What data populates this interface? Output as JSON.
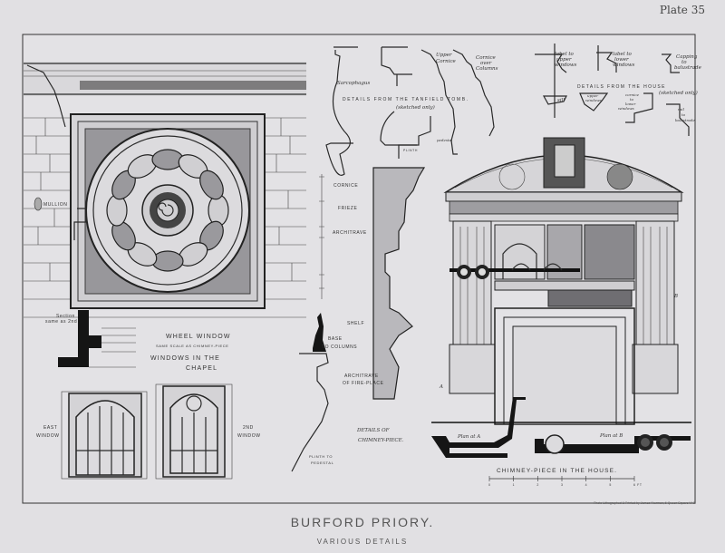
{
  "plate_number": "Plate 35",
  "title": "BURFORD PRIORY.",
  "subtitle": "VARIOUS DETAILS",
  "printer_credit": "Photo-Lithographed & Printed by James Akerman, 6 Queen Square W.C.",
  "chapel": {
    "mullion": "MULLION",
    "wheel_window": "WHEEL WINDOW",
    "same_scale": "SAME SCALE AS CHIMNEY-PIECE",
    "windows_in_the": "WINDOWS IN THE",
    "chapel": "CHAPEL",
    "east_window": [
      "EAST",
      "WINDOW"
    ],
    "second_window": [
      "2ND",
      "WINDOW"
    ],
    "section_note": [
      "Section",
      "same as 2nd"
    ]
  },
  "tomb": {
    "sarcophagus": "Sarcophagus",
    "heading": "DETAILS FROM THE TANFIELD TOMB.",
    "sketched": "(sketched only)",
    "upper_cornice": [
      "Upper",
      "Cornice"
    ],
    "cornice_over_columns": [
      "Cornice",
      "over",
      "Columns"
    ],
    "pedestal": "pedestal",
    "plinth": "PLINTH"
  },
  "house": {
    "label_upper": [
      "label to",
      "upper",
      "windows"
    ],
    "label_lower": [
      "label to",
      "lower",
      "windows"
    ],
    "capping": [
      "Capping",
      "to",
      "balustrade"
    ],
    "heading": "DETAILS FROM THE HOUSE",
    "sketched": "(sketched only)",
    "sill": "sill",
    "upper_windows": [
      "upper",
      "windows"
    ],
    "cornice_lower": [
      "cornice",
      "to",
      "lower",
      "windows"
    ],
    "rail": [
      "rail",
      "to",
      "balustrade"
    ]
  },
  "chimney_details": {
    "cornice": "CORNICE",
    "frieze": "FRIEZE",
    "architrave": "ARCHITRAVE",
    "shelf": "SHELF",
    "base_columns": [
      "BASE",
      "TO COLUMNS"
    ],
    "architrave_fireplace": [
      "ARCHITRAVE",
      "OF FIRE-PLACE"
    ],
    "heading": [
      "DETAILS OF",
      "CHIMNEY-PIECE."
    ],
    "plinth": [
      "PLINTH TO",
      "PEDESTAL"
    ]
  },
  "chimney_piece": {
    "label_a": "A",
    "label_b": "B",
    "plan_a": "Plan at A",
    "plan_b": "Plan at B",
    "heading": "CHIMNEY-PIECE IN THE HOUSE.",
    "scale_ticks": [
      "0",
      "1",
      "2",
      "3",
      "4",
      "5",
      "6 FT"
    ]
  }
}
